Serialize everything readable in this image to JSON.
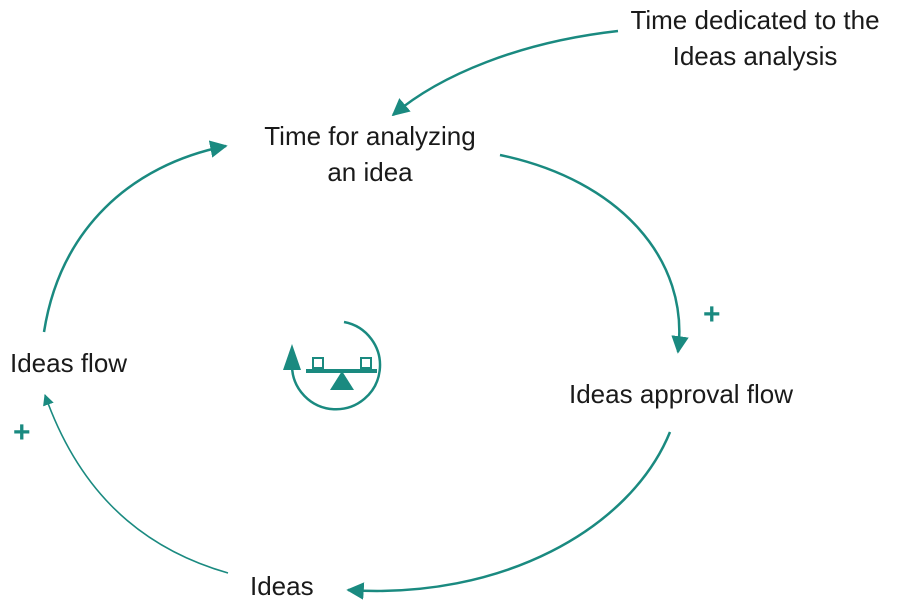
{
  "accent_color": "#1a8a80",
  "nodes": {
    "time_dedicated": [
      "Time dedicated to the",
      "Ideas analysis"
    ],
    "time_for_analyzing": [
      "Time for analyzing",
      "an idea"
    ],
    "ideas_flow": "Ideas flow",
    "ideas_approval_flow": "Ideas approval flow",
    "ideas": "Ideas"
  },
  "polarities": {
    "to_approval_flow": "+",
    "to_ideas_flow": "+"
  },
  "loop_icon": "balancing-loop-seesaw-icon"
}
